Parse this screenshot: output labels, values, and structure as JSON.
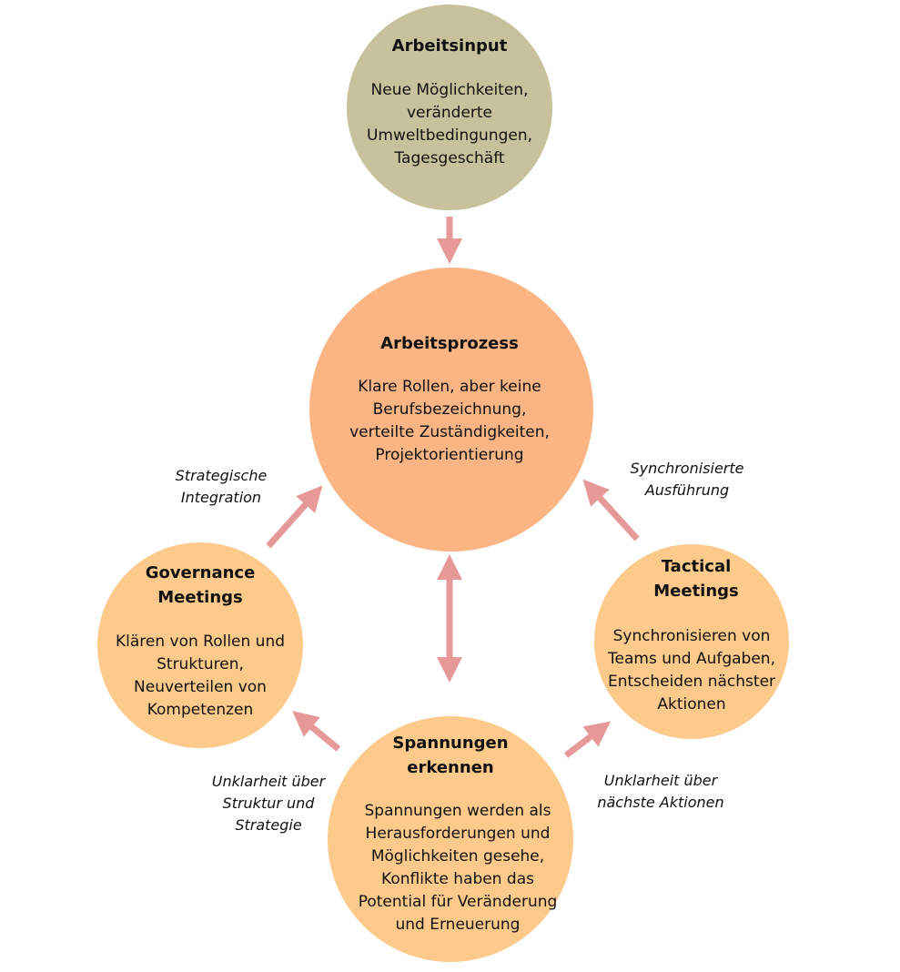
{
  "colors": {
    "input": "#c8c29c",
    "process": "#fbb585",
    "meeting": "#fdca8b",
    "arrow": "#e7999a"
  },
  "nodes": {
    "input": {
      "title": [
        "Arbeitsinput"
      ],
      "body": [
        "Neue Möglichkeiten,",
        "veränderte",
        "Umweltbedingungen,",
        "Tagesgeschäft"
      ]
    },
    "process": {
      "title": [
        "Arbeitsprozess"
      ],
      "body": [
        "Klare Rollen, aber keine",
        "Berufsbezeichnung,",
        "verteilte Zuständigkeiten,",
        "Projektorientierung"
      ]
    },
    "governance": {
      "title": [
        "Governance",
        "Meetings"
      ],
      "body": [
        "Klären von Rollen und",
        "Strukturen,",
        "Neuverteilen von",
        "Kompetenzen"
      ]
    },
    "tactical": {
      "title": [
        "Tactical",
        "Meetings"
      ],
      "body": [
        "Synchronisieren von",
        "Teams und Aufgaben,",
        "Entscheiden nächster",
        "Aktionen"
      ]
    },
    "tension": {
      "title": [
        "Spannungen",
        "erkennen"
      ],
      "body": [
        "Spannungen werden als",
        "Herausforderungen und",
        "Möglichkeiten gesehe,",
        "Konflikte haben das",
        "Potential für Veränderung",
        "und Erneuerung"
      ]
    }
  },
  "labels": {
    "strategic": [
      "Strategische",
      "Integration"
    ],
    "sync": [
      "Synchronisierte",
      "Ausführung"
    ],
    "unclear_left": [
      "Unklarheit über",
      "Struktur und",
      "Strategie"
    ],
    "unclear_right": [
      "Unklarheit über",
      "nächste Aktionen"
    ]
  }
}
